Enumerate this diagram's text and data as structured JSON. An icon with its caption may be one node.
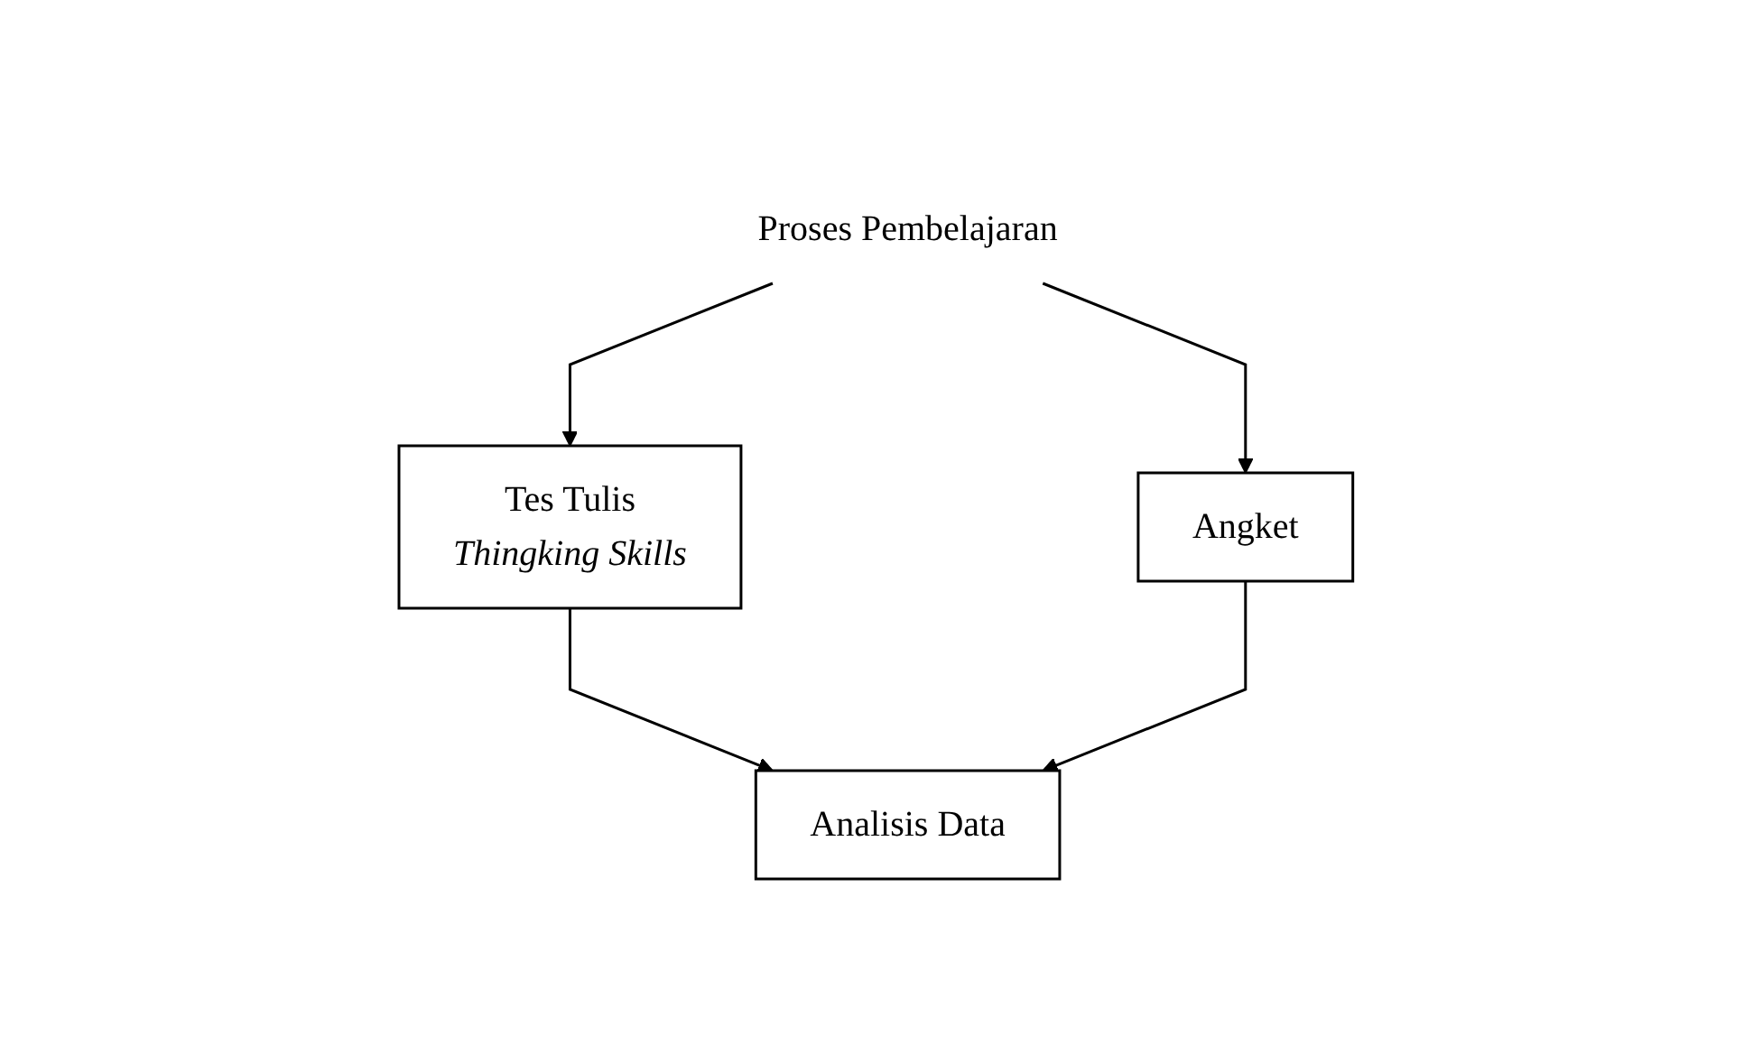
{
  "diagram": {
    "nodes": [
      {
        "text": [
          "Proses Pembelajaran"
        ]
      },
      {
        "text": [
          "Tes Tulis",
          "Thingking Skills"
        ]
      },
      {
        "text": [
          "Angket"
        ]
      },
      {
        "text": [
          "Analisis Data"
        ]
      }
    ],
    "edges": [
      {
        "from": 0,
        "to": 1,
        "arrow": "to"
      },
      {
        "from": 0,
        "to": 2,
        "arrow": "to"
      },
      {
        "from": 1,
        "to": 3,
        "arrow": "to"
      },
      {
        "from": 2,
        "to": 3,
        "arrow": "to"
      }
    ]
  }
}
